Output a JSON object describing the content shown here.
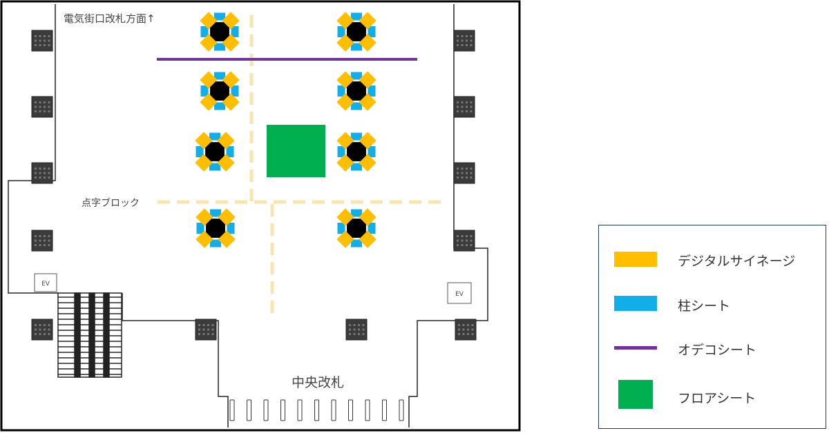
{
  "map": {
    "labels": {
      "north_exit": "電気街口改札方面↑",
      "tactile": "点字ブロック",
      "central_gate": "中央改札",
      "ev_left": "EV",
      "ev_right": "EV"
    }
  },
  "legend": {
    "items": [
      {
        "label": "デジタルサイネージ",
        "color": "#FFBF00"
      },
      {
        "label": "柱シート",
        "color": "#12AEEA"
      },
      {
        "label": "オデコシート",
        "color": "#7030A0"
      },
      {
        "label": "フロアシート",
        "color": "#00B050"
      }
    ]
  },
  "colors": {
    "signage": "#FFBF00",
    "pillar_sheet": "#12AEEA",
    "odeco_sheet": "#7030A0",
    "floor_sheet": "#00B050",
    "tactile_block": "#F9E4AE",
    "pillar": "#000000"
  }
}
